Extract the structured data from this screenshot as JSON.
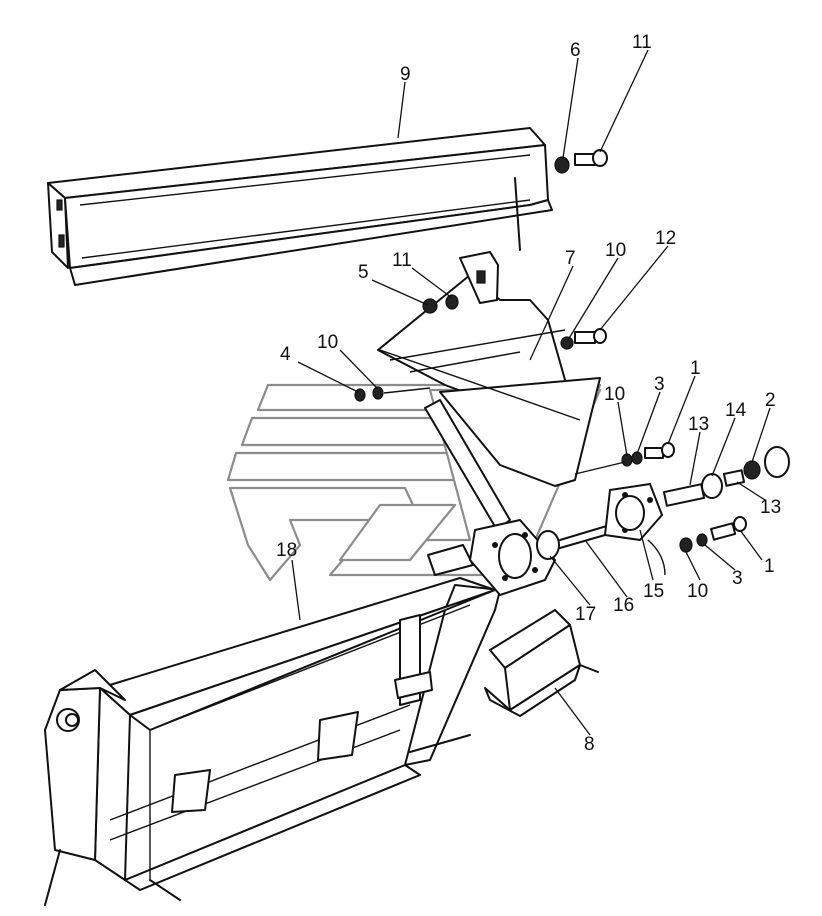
{
  "callouts": {
    "c1a": "1",
    "c1b": "1",
    "c2": "2",
    "c3a": "3",
    "c3b": "3",
    "c4": "4",
    "c5": "5",
    "c6": "6",
    "c7": "7",
    "c8": "8",
    "c9": "9",
    "c10a": "10",
    "c10b": "10",
    "c10c": "10",
    "c10d": "10",
    "c11a": "11",
    "c11b": "11",
    "c12": "12",
    "c13a": "13",
    "c13b": "13",
    "c14": "14",
    "c15": "15",
    "c16": "16",
    "c17": "17",
    "c18": "18"
  }
}
